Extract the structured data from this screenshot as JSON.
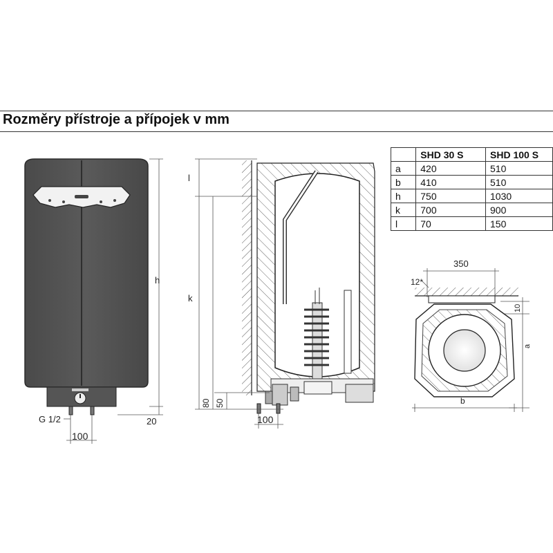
{
  "title": "Rozměry přístroje a přípojek v mm",
  "table": {
    "headers": [
      "",
      "SHD 30 S",
      "SHD 100 S"
    ],
    "rows": [
      [
        "a",
        "420",
        "510"
      ],
      [
        "b",
        "410",
        "510"
      ],
      [
        "h",
        "750",
        "1030"
      ],
      [
        "k",
        "700",
        "900"
      ],
      [
        "l",
        "70",
        "150"
      ]
    ]
  },
  "front_view": {
    "dim_h": "h",
    "dim_20": "20",
    "dim_100": "100",
    "thread_label": "G 1/2"
  },
  "section_view": {
    "dim_l": "l",
    "dim_k": "k",
    "dim_80": "80",
    "dim_50": "50",
    "dim_100": "100"
  },
  "top_view": {
    "dim_350": "350",
    "dim_12": "12*",
    "dim_10": "10",
    "dim_a": "a",
    "dim_b": "b"
  }
}
